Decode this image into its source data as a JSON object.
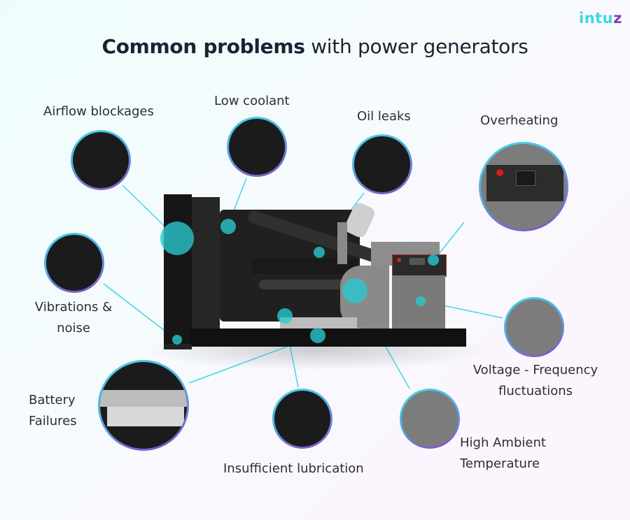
{
  "title": {
    "bold": "Common problems",
    "light": " with power generators"
  },
  "logo": {
    "main": "intu",
    "accent": "z"
  },
  "colors": {
    "accent_cyan": "#3fd8e6",
    "accent_purple": "#8a44c0",
    "hotspot": "#2cc8cd",
    "text": "#2d2d35",
    "title": "#1c2233"
  },
  "problems": [
    {
      "id": "airflow",
      "label": "Airflow blockages"
    },
    {
      "id": "coolant",
      "label": "Low coolant"
    },
    {
      "id": "oil",
      "label": "Oil leaks"
    },
    {
      "id": "overheating",
      "label": "Overheating"
    },
    {
      "id": "vibrations",
      "label_line1": "Vibrations &",
      "label_line2": "noise"
    },
    {
      "id": "voltage",
      "label_line1": "Voltage - Frequency",
      "label_line2": "fluctuations"
    },
    {
      "id": "battery",
      "label_line1": "Battery",
      "label_line2": "Failures"
    },
    {
      "id": "lubrication",
      "label": "Insufficient lubrication"
    },
    {
      "id": "ambient",
      "label_line1": "High Ambient",
      "label_line2": "Temperature"
    }
  ]
}
